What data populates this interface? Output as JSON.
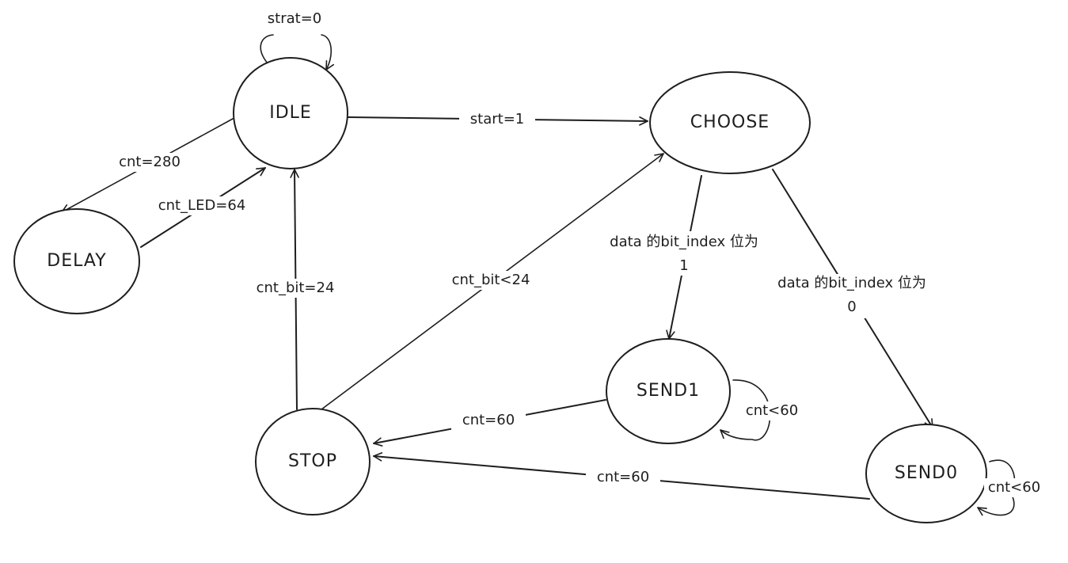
{
  "states": {
    "idle": "IDLE",
    "choose": "CHOOSE",
    "delay": "DELAY",
    "stop": "STOP",
    "send1": "SEND1",
    "send0": "SEND0"
  },
  "transitions": {
    "idle_self": "strat=0",
    "idle_to_choose": "start=1",
    "idle_to_delay": "cnt=280",
    "delay_to_idle": "cnt_LED=64",
    "stop_to_idle": "cnt_bit=24",
    "stop_to_choose": "cnt_bit<24",
    "choose_to_send1_line1": "data 的bit_index 位为",
    "choose_to_send1_line2": "1",
    "choose_to_send0_line1": "data 的bit_index 位为",
    "choose_to_send0_line2": "0",
    "send1_to_stop": "cnt=60",
    "send1_self": "cnt<60",
    "send0_to_stop": "cnt=60",
    "send0_self": "cnt<60"
  }
}
